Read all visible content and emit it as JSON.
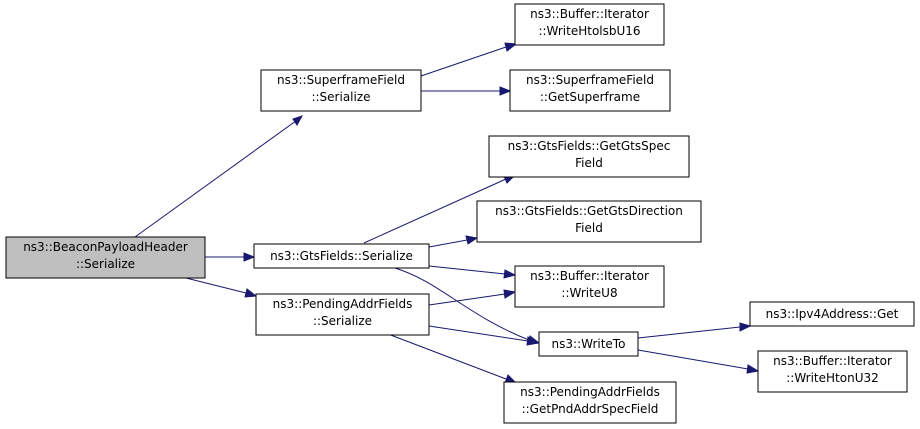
{
  "nodes": {
    "root": [
      "ns3::BeaconPayloadHeader",
      "::Serialize"
    ],
    "superframe_serialize": [
      "ns3::SuperframeField",
      "::Serialize"
    ],
    "gts_serialize": [
      "ns3::GtsFields::Serialize"
    ],
    "pending_serialize": [
      "ns3::PendingAddrFields",
      "::Serialize"
    ],
    "write_htolsb_u16": [
      "ns3::Buffer::Iterator",
      "::WriteHtolsbU16"
    ],
    "get_superframe": [
      "ns3::SuperframeField",
      "::GetSuperframe"
    ],
    "get_gts_spec": [
      "ns3::GtsFields::GetGtsSpec",
      "Field"
    ],
    "get_gts_direction": [
      "ns3::GtsFields::GetGtsDirection",
      "Field"
    ],
    "write_u8": [
      "ns3::Buffer::Iterator",
      "::WriteU8"
    ],
    "write_to": [
      "ns3::WriteTo"
    ],
    "get_pnd_addr_spec": [
      "ns3::PendingAddrFields",
      "::GetPndAddrSpecField"
    ],
    "ipv4_get": [
      "ns3::Ipv4Address::Get"
    ],
    "write_hton_u32": [
      "ns3::Buffer::Iterator",
      "::WriteHtonU32"
    ]
  },
  "edges": [
    [
      "root",
      "superframe_serialize"
    ],
    [
      "root",
      "gts_serialize"
    ],
    [
      "root",
      "pending_serialize"
    ],
    [
      "superframe_serialize",
      "write_htolsb_u16"
    ],
    [
      "superframe_serialize",
      "get_superframe"
    ],
    [
      "gts_serialize",
      "get_gts_spec"
    ],
    [
      "gts_serialize",
      "get_gts_direction"
    ],
    [
      "gts_serialize",
      "write_u8"
    ],
    [
      "gts_serialize",
      "write_to"
    ],
    [
      "pending_serialize",
      "write_u8"
    ],
    [
      "pending_serialize",
      "write_to"
    ],
    [
      "pending_serialize",
      "get_pnd_addr_spec"
    ],
    [
      "write_to",
      "ipv4_get"
    ],
    [
      "write_to",
      "write_hton_u32"
    ]
  ]
}
